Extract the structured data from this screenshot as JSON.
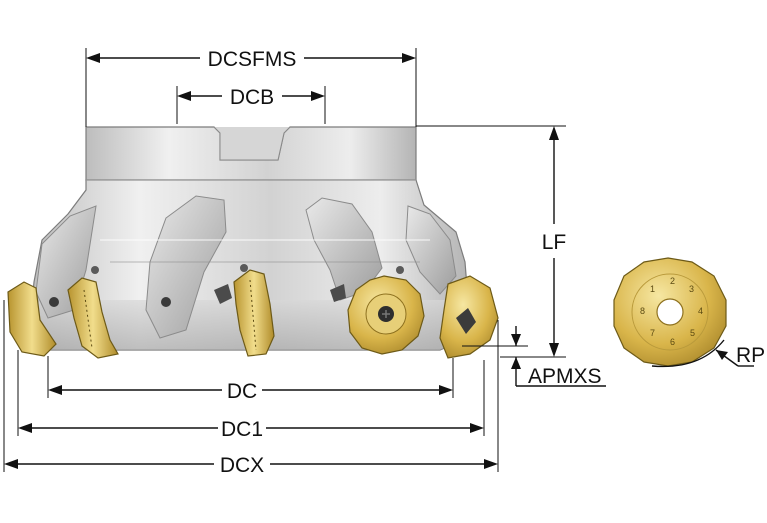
{
  "labels": {
    "dcsfms": "DCSFMS",
    "dcb": "DCB",
    "lf": "LF",
    "dc": "DC",
    "dc1": "DC1",
    "dcx": "DCX",
    "apmxs": "APMXS",
    "rp": "RP"
  },
  "insert_numbers": [
    "1",
    "2",
    "3",
    "4",
    "5",
    "6",
    "7",
    "8"
  ],
  "colors": {
    "body_light": "#e6e6e6",
    "body_mid": "#c4c4c4",
    "body_dark": "#9b9b9b",
    "insert_gold": "#d9b54a",
    "insert_light": "#f1dd8c",
    "insert_dark": "#a8862a",
    "ink": "#111111"
  }
}
